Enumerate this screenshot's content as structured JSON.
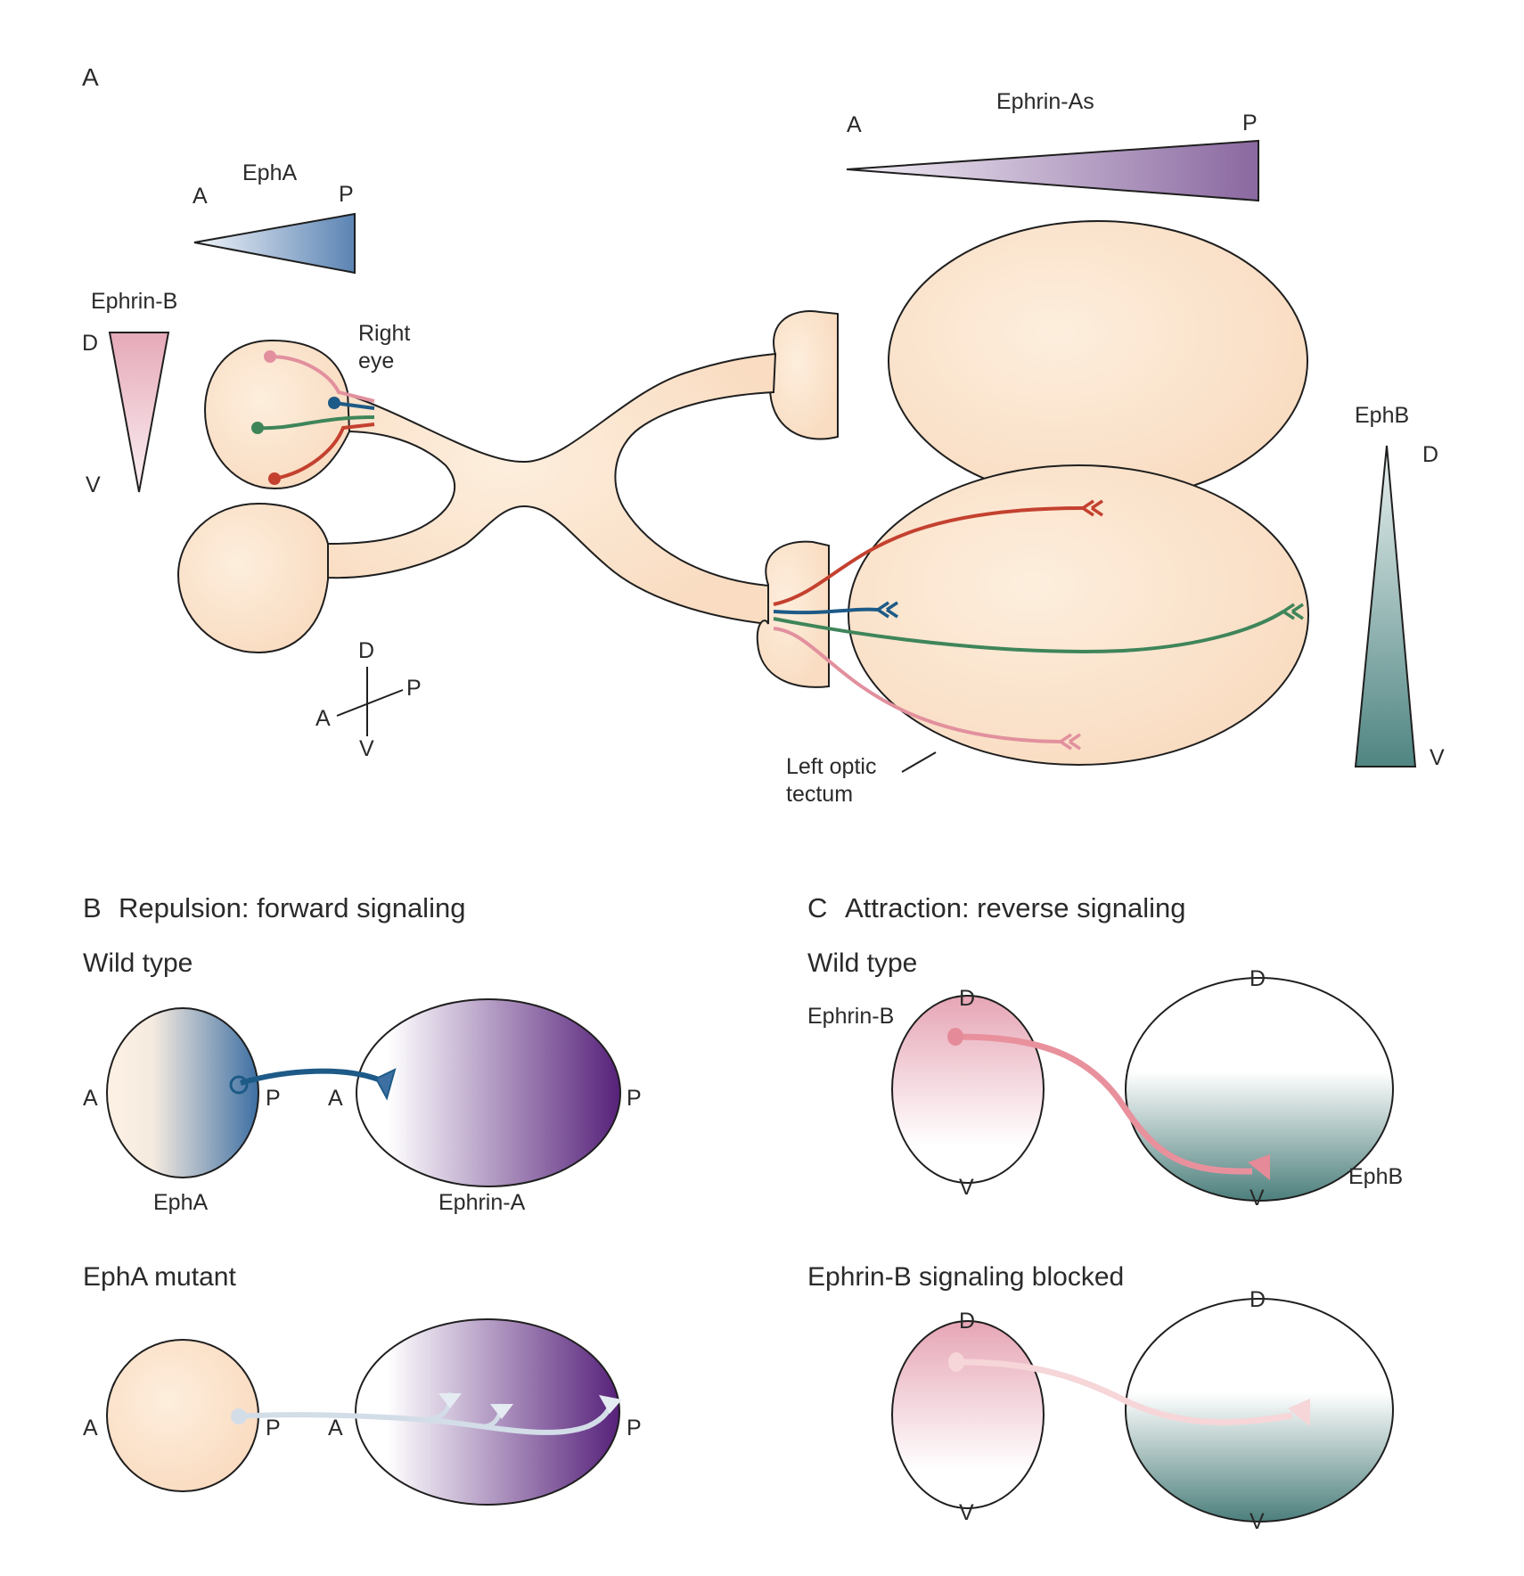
{
  "panel_a": {
    "letter": "A",
    "gradients": {
      "epha": {
        "title": "EphA",
        "left": "A",
        "right": "P",
        "color_light": "#e8eef6",
        "color_dark": "#5b84b3"
      },
      "ephrin_as": {
        "title": "Ephrin-As",
        "left": "A",
        "right": "P",
        "color_light": "#efeaf3",
        "color_dark": "#8a68a0"
      },
      "ephrin_b": {
        "title": "Ephrin-B",
        "top": "D",
        "bottom": "V",
        "color_light": "#f9eef1",
        "color_dark": "#e3a6b6"
      },
      "ephb": {
        "title": "EphB",
        "top": "D",
        "bottom": "V",
        "color_light": "#e6efee",
        "color_dark": "#4f8582"
      }
    },
    "labels": {
      "right_eye_line1": "Right",
      "right_eye_line2": "eye",
      "tectum_line1": "Left optic",
      "tectum_line2": "tectum"
    },
    "axes": {
      "d": "D",
      "v": "V",
      "a": "A",
      "p": "P"
    },
    "axon_colors": {
      "dorsal_pink": "#e2909e",
      "nasal_blue": "#1d5a87",
      "temporal_green": "#3f855a",
      "ventral_red": "#c4412f"
    },
    "tissue_color": "#fbe1c9"
  },
  "panel_b": {
    "letter": "B",
    "title": "Repulsion: forward signaling",
    "wild_type": {
      "label": "Wild type",
      "retina_left": "A",
      "retina_right": "P",
      "tectum_left": "A",
      "tectum_right": "P",
      "retina_caption": "EphA",
      "tectum_caption": "Ephrin-A"
    },
    "mutant": {
      "label": "EphA mutant",
      "retina_left": "A",
      "retina_right": "P",
      "tectum_left": "A",
      "tectum_right": "P"
    },
    "colors": {
      "axon": "#1d5a87",
      "mutant_axon": "#d3dde8",
      "purple_dark": "#5a2a78"
    }
  },
  "panel_c": {
    "letter": "C",
    "title": "Attraction: reverse signaling",
    "wild_type": {
      "label": "Wild type",
      "retina_top": "D",
      "retina_bottom": "V",
      "retina_caption": "Ephrin-B",
      "tectum_top": "D",
      "tectum_bottom": "V",
      "tectum_caption": "EphB"
    },
    "blocked": {
      "label": "Ephrin-B signaling blocked",
      "retina_top": "D",
      "retina_bottom": "V",
      "tectum_top": "D",
      "tectum_bottom": "V"
    },
    "colors": {
      "axon": "#e8919d",
      "blocked_axon": "#f6d6d8",
      "teal_dark": "#4f8582"
    }
  }
}
